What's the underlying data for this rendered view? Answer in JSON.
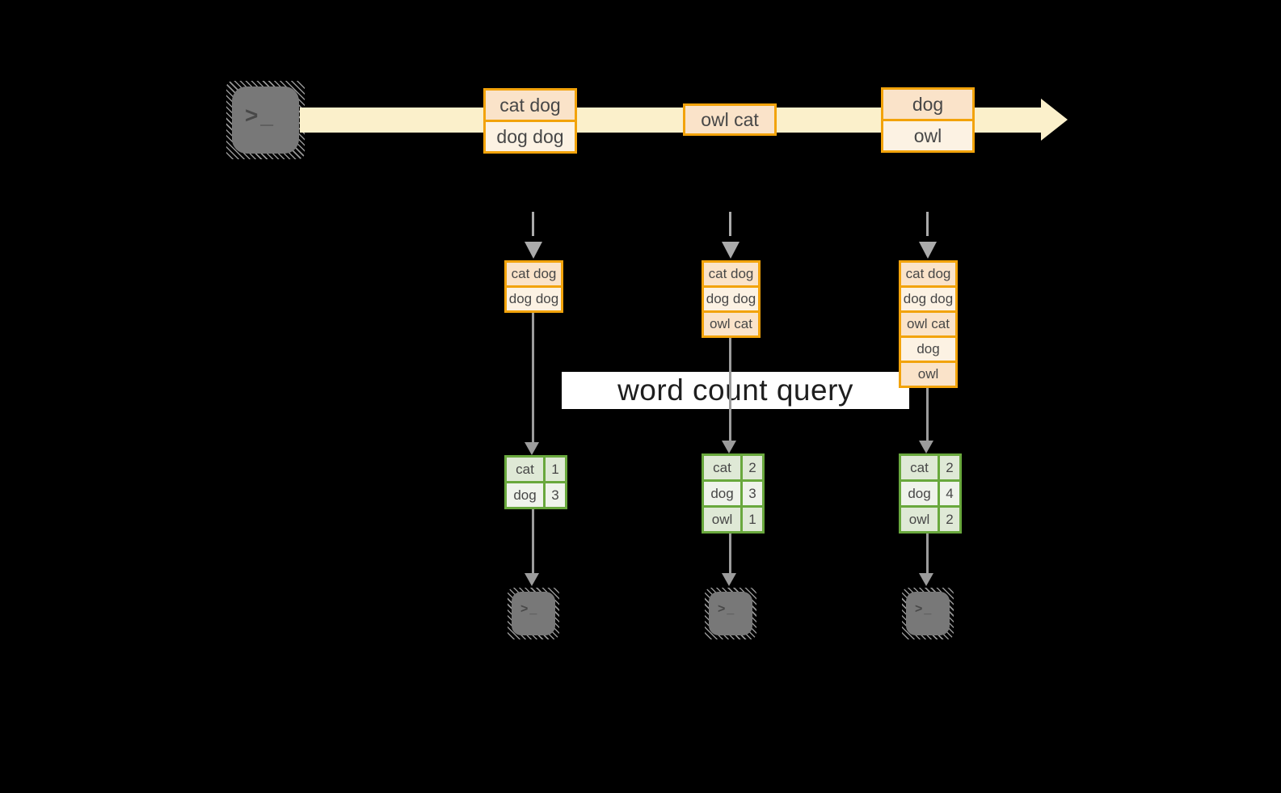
{
  "banner": {
    "label": "word count query"
  },
  "icons": {
    "terminal_prompt": ">_"
  },
  "stream": {
    "source_icon": "terminal",
    "messages": [
      {
        "lines": [
          "cat dog",
          "dog dog"
        ]
      },
      {
        "lines": [
          "owl cat"
        ]
      },
      {
        "lines": [
          "dog",
          "owl"
        ]
      }
    ]
  },
  "columns": [
    {
      "buffer": {
        "lines": [
          "cat dog",
          "dog dog"
        ]
      },
      "counts": {
        "rows": [
          {
            "word": "cat",
            "count": "1"
          },
          {
            "word": "dog",
            "count": "3"
          }
        ]
      }
    },
    {
      "buffer": {
        "lines": [
          "cat dog",
          "dog dog",
          "owl cat"
        ]
      },
      "counts": {
        "rows": [
          {
            "word": "cat",
            "count": "2"
          },
          {
            "word": "dog",
            "count": "3"
          },
          {
            "word": "owl",
            "count": "1"
          }
        ]
      }
    },
    {
      "buffer": {
        "lines": [
          "cat dog",
          "dog dog",
          "owl cat",
          "dog",
          "owl"
        ]
      },
      "counts": {
        "rows": [
          {
            "word": "cat",
            "count": "2"
          },
          {
            "word": "dog",
            "count": "4"
          },
          {
            "word": "owl",
            "count": "2"
          }
        ]
      }
    }
  ],
  "colors": {
    "background": "#000000",
    "stream_band": "#FBF0CB",
    "box_border": "#F2A30B",
    "box_fill_peach": "#FAE3C9",
    "box_fill_cream": "#FCF2E3",
    "table_border": "#69A83D",
    "table_fill_dark": "#DFE9D6",
    "table_fill_light": "#EFF3EB",
    "arrow_gray": "#9C9C9C",
    "terminal_gray": "#787878",
    "banner_bg": "#FFFFFF",
    "banner_text": "#1E1E1E"
  }
}
